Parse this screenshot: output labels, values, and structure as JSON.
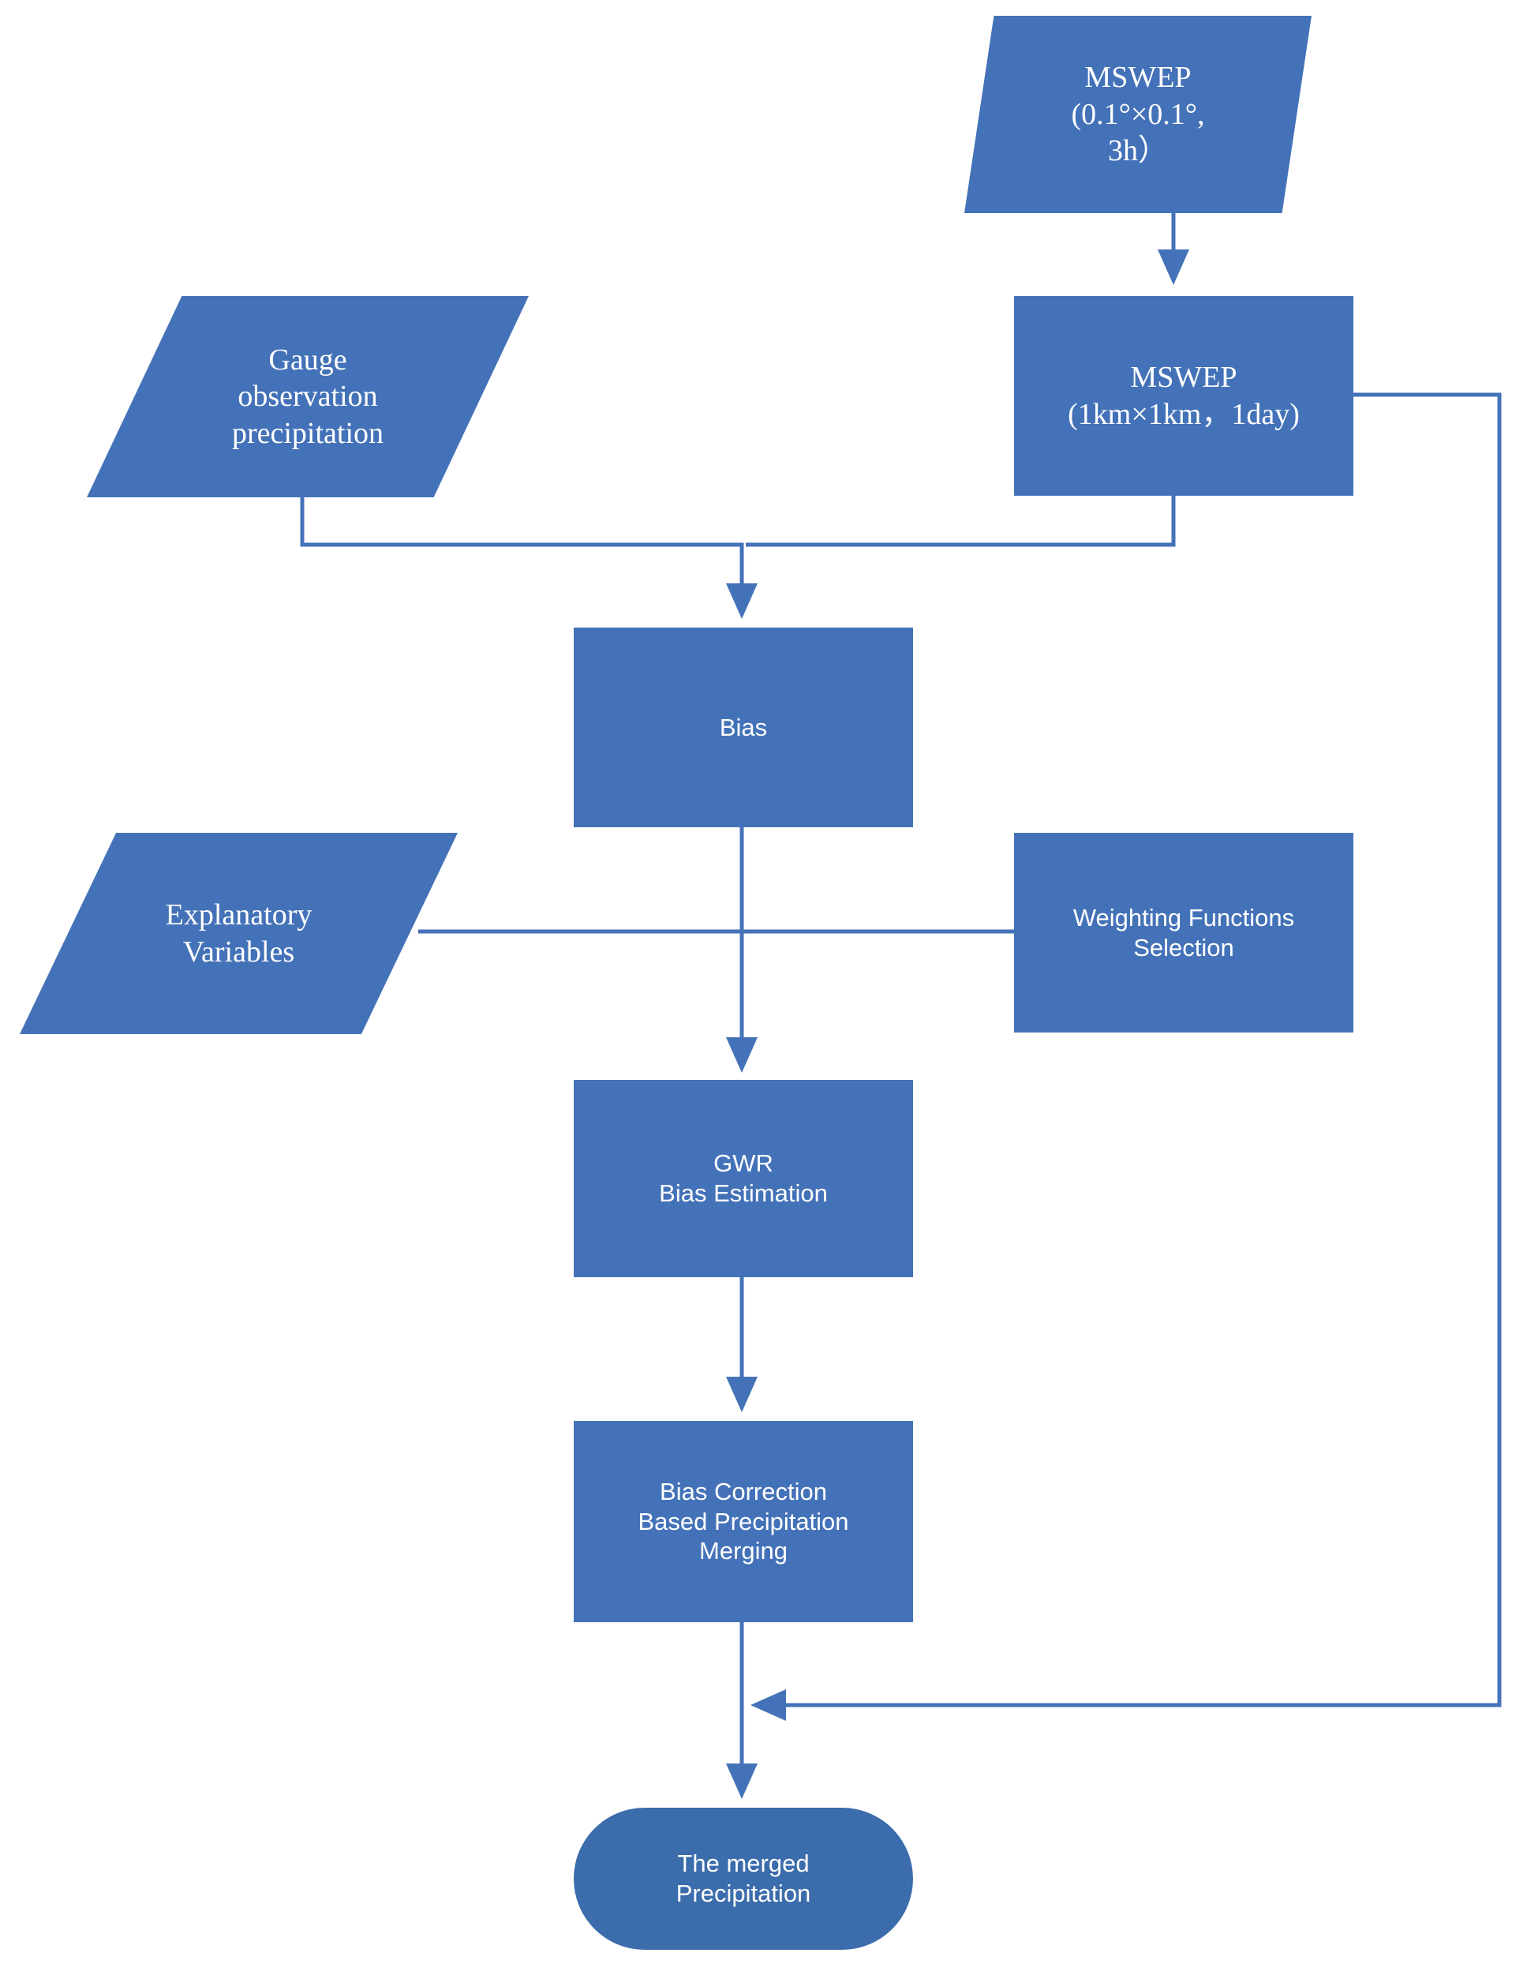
{
  "diagram": {
    "type": "flowchart",
    "title": "Bias correction based precipitation merging workflow",
    "accent_color": "#4472b8",
    "terminator_color": "#3b6cab",
    "edge_color": "#4472b8",
    "background": "#ffffff",
    "nodes": [
      {
        "id": "mswep_coarse",
        "shape": "parallelogram",
        "label": "MSWEP\n(0.1°×0.1°,\n3h）"
      },
      {
        "id": "mswep_fine",
        "shape": "rectangle",
        "label": "MSWEP\n(1km×1km，1day)"
      },
      {
        "id": "gauge",
        "shape": "parallelogram",
        "label": "Gauge\nobservation\nprecipitation"
      },
      {
        "id": "bias",
        "shape": "rectangle",
        "label": "Bias"
      },
      {
        "id": "explanatory",
        "shape": "parallelogram",
        "label": "Explanatory\nVariables"
      },
      {
        "id": "weighting",
        "shape": "rectangle",
        "label": "Weighting Functions\nSelection"
      },
      {
        "id": "gwr",
        "shape": "rectangle",
        "label": "GWR\nBias Estimation"
      },
      {
        "id": "merging",
        "shape": "rectangle",
        "label": "Bias Correction\nBased Precipitation\nMerging"
      },
      {
        "id": "merged",
        "shape": "terminator",
        "label": "The merged\nPrecipitation"
      }
    ],
    "edges": [
      {
        "from": "mswep_coarse",
        "to": "mswep_fine",
        "label": ""
      },
      {
        "from": "gauge",
        "to": "bias",
        "label": ""
      },
      {
        "from": "mswep_fine",
        "to": "bias",
        "label": ""
      },
      {
        "from": "bias",
        "to": "gwr",
        "label": ""
      },
      {
        "from": "explanatory",
        "to": "gwr",
        "label": ""
      },
      {
        "from": "weighting",
        "to": "gwr",
        "label": ""
      },
      {
        "from": "gwr",
        "to": "merging",
        "label": ""
      },
      {
        "from": "merging",
        "to": "merged",
        "label": ""
      },
      {
        "from": "mswep_fine",
        "to": "merging",
        "label": ""
      }
    ]
  }
}
